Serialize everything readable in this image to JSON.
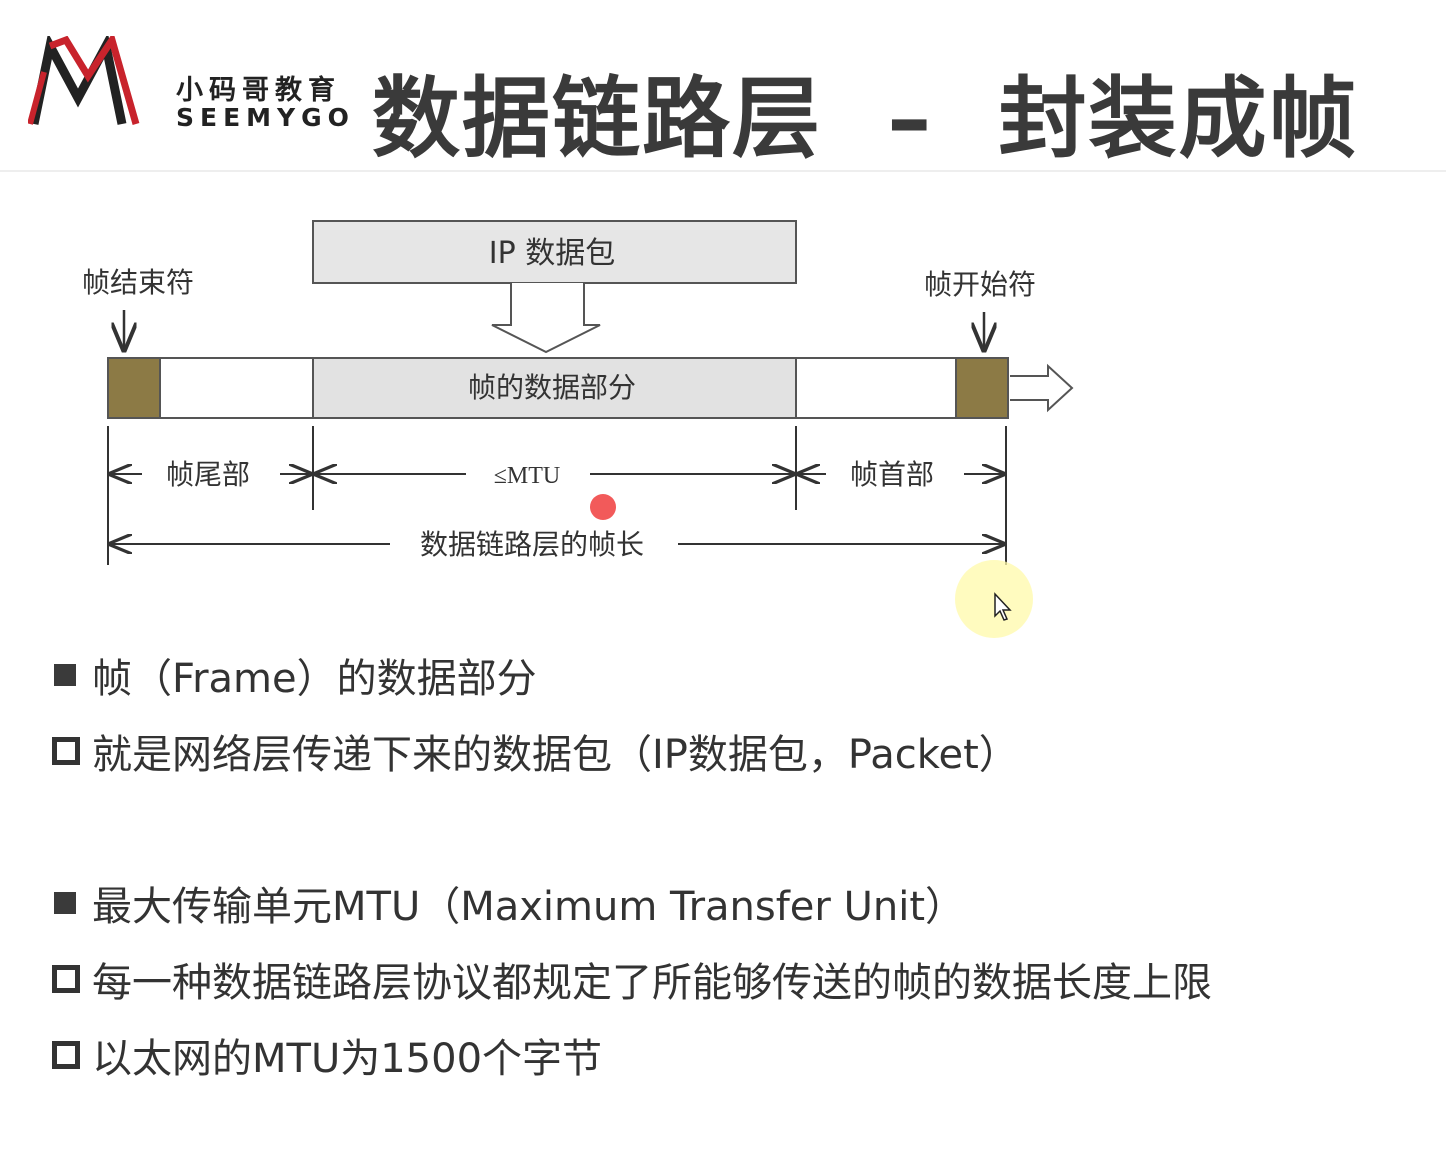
{
  "header": {
    "logo_cn": "小码哥教育",
    "logo_en": "SEEMYGO",
    "title": "数据链路层  –  封装成帧"
  },
  "diagram": {
    "ip_packet": "IP 数据包",
    "frame_data": "帧的数据部分",
    "frame_end": "帧结束符",
    "frame_start": "帧开始符",
    "frame_tail": "帧尾部",
    "mtu": "≤MTU",
    "frame_head": "帧首部",
    "frame_length": "数据链路层的帧长",
    "colors": {
      "delimiter": "#8c7a45",
      "data_fill": "#e2e2e2",
      "ip_fill": "#e6e6e6"
    }
  },
  "bullets": [
    {
      "style": "filled",
      "text": "帧（Frame）的数据部分"
    },
    {
      "style": "hollow",
      "text": "就是网络层传递下来的数据包（IP数据包，Packet）"
    },
    {
      "style": "filled",
      "text": "最大传输单元MTU（Maximum Transfer Unit）"
    },
    {
      "style": "hollow",
      "text": "每一种数据链路层协议都规定了所能够传送的帧的数据长度上限"
    },
    {
      "style": "hollow",
      "text": "以太网的MTU为1500个字节"
    }
  ]
}
